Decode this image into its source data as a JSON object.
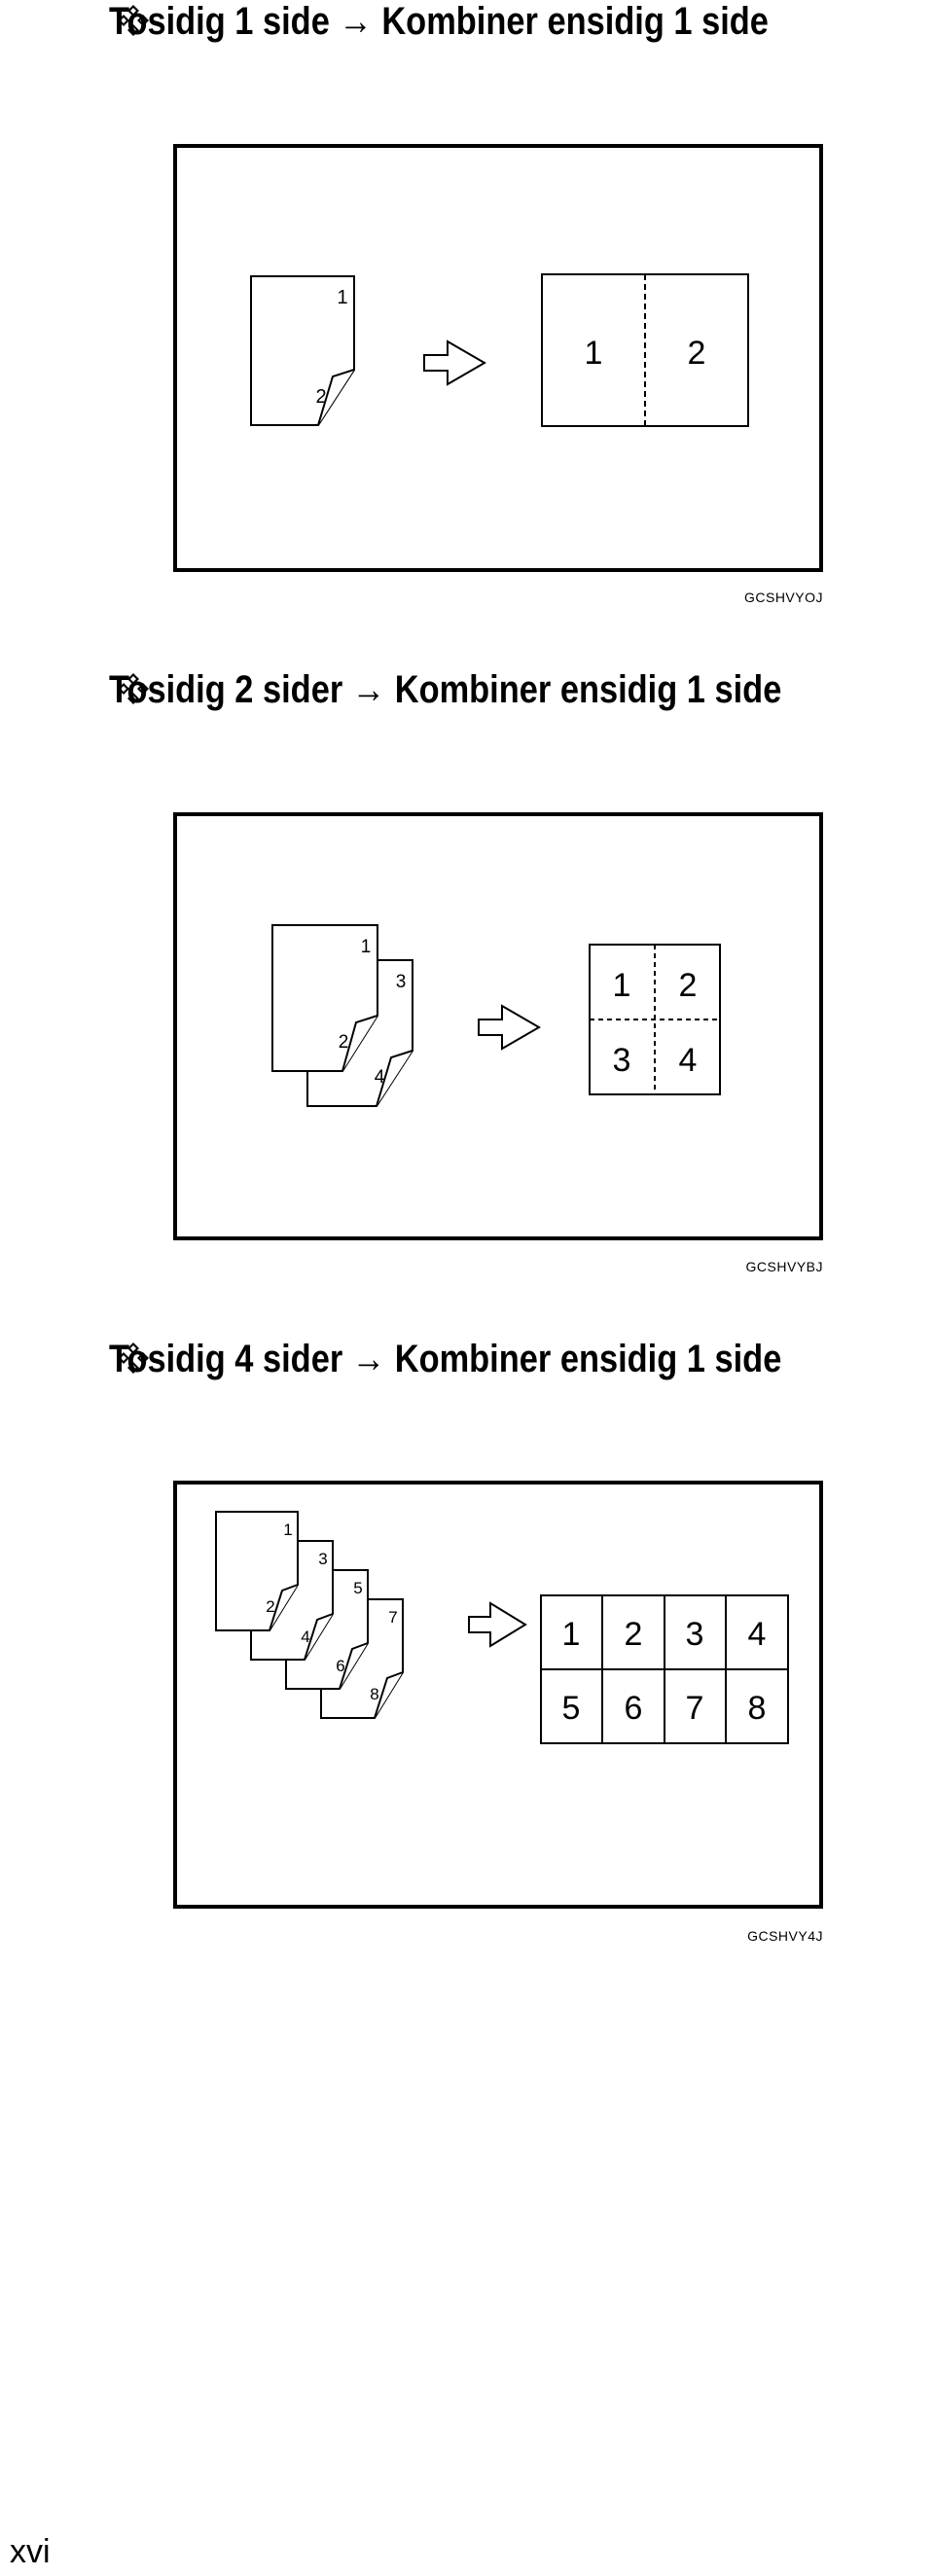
{
  "sections": [
    {
      "title": "Tosidig 1 side → Kombiner ensidig 1 side",
      "source_pages": [
        "1",
        "2"
      ],
      "result_pages": [
        "1",
        "2"
      ],
      "code": "GCSHVYOJ"
    },
    {
      "title": "Tosidig 2 sider → Kombiner ensidig 1 side",
      "source_pages": [
        "1",
        "2",
        "3",
        "4"
      ],
      "result_pages": [
        "1",
        "2",
        "3",
        "4"
      ],
      "code": "GCSHVYBJ"
    },
    {
      "title": "Tosidig 4 sider → Kombiner ensidig 1 side",
      "source_pages": [
        "1",
        "2",
        "3",
        "4",
        "5",
        "6",
        "7",
        "8"
      ],
      "result_pages": [
        "1",
        "2",
        "3",
        "4",
        "5",
        "6",
        "7",
        "8"
      ],
      "code": "GCSHVY4J"
    }
  ],
  "page_number": "xvi",
  "icons": {
    "bullet": "diamond-bullet-icon",
    "arrow": "hollow-right-arrow-icon"
  },
  "colors": {
    "ink": "#000000",
    "paper": "#ffffff"
  }
}
